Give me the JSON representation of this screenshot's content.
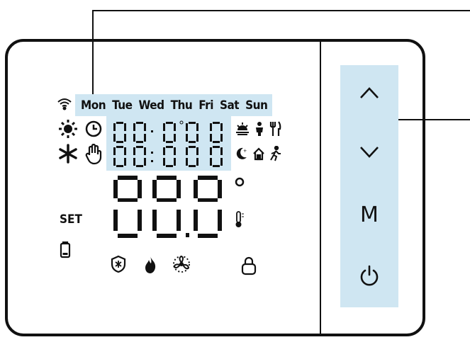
{
  "display": {
    "days": [
      "Mon",
      "Tue",
      "Wed",
      "Thu",
      "Fri",
      "Sat",
      "Sun"
    ],
    "set_label": "SET"
  },
  "icons": [
    "wifi-icon",
    "sun-icon",
    "clock-icon",
    "snowflake-icon",
    "hand-icon",
    "sunrise-icon",
    "person-icon",
    "dining-icon",
    "moon-icon",
    "home-icon",
    "walking-icon",
    "battery-icon",
    "frost-protection-icon",
    "flame-icon",
    "fan-icon",
    "lock-icon",
    "thermometer-icon",
    "degree-icon"
  ],
  "buttons": {
    "up": "up",
    "down": "down",
    "mode_label": "M",
    "power": "power"
  },
  "colors": {
    "highlight": "#cfe6f2",
    "ink": "#111111"
  }
}
